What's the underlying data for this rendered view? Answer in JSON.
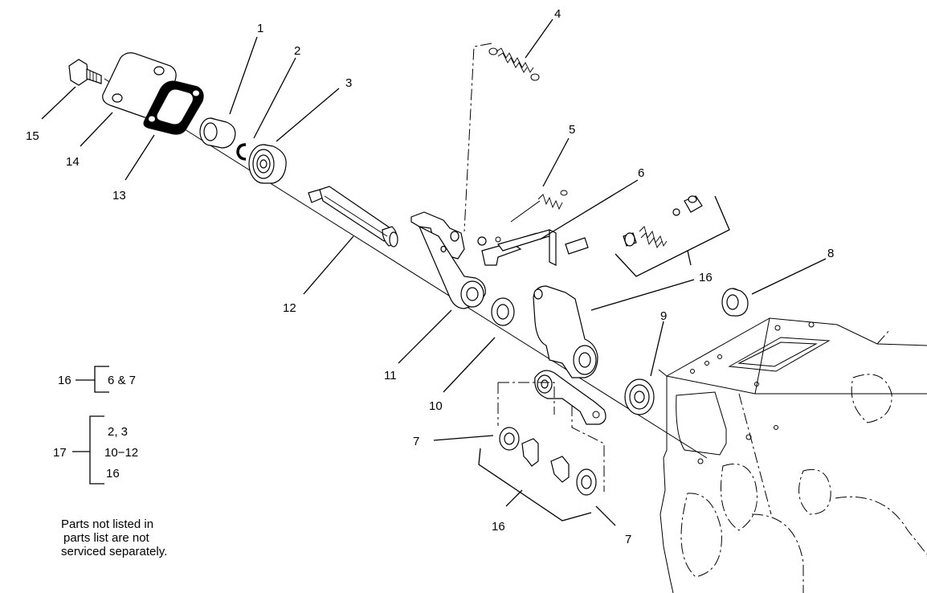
{
  "callouts": {
    "c1": "1",
    "c2": "2",
    "c3": "3",
    "c4": "4",
    "c5": "5",
    "c6": "6",
    "c7a": "7",
    "c7b": "7",
    "c8": "8",
    "c9": "9",
    "c10": "10",
    "c11": "11",
    "c12": "12",
    "c13": "13",
    "c14": "14",
    "c15": "15",
    "c16a": "16",
    "c16b": "16"
  },
  "legend": {
    "group16": {
      "label": "16",
      "items": [
        "6 & 7"
      ]
    },
    "group17": {
      "label": "17",
      "items": [
        "2, 3",
        "10−12",
        "16"
      ]
    }
  },
  "note": {
    "lines": [
      "Parts not listed in",
      "parts list are not",
      "serviced separately."
    ]
  }
}
